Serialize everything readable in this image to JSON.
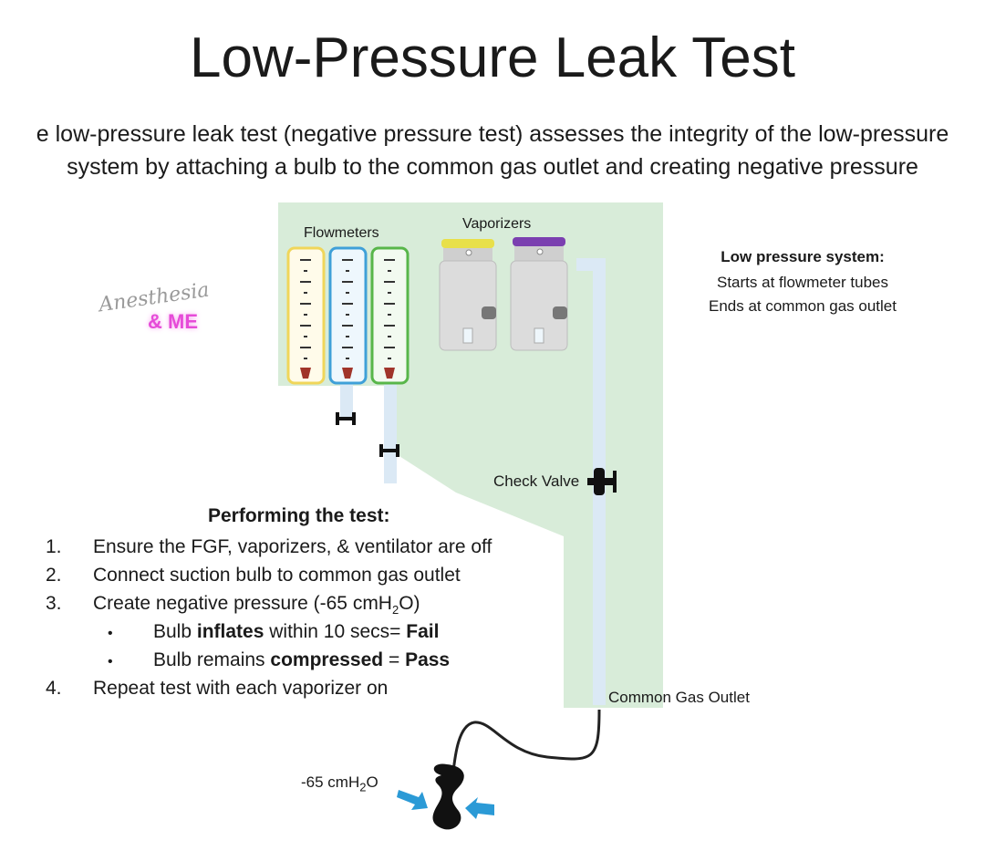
{
  "title": "Low-Pressure Leak Test",
  "subtitle_line1": "e low-pressure leak test (negative pressure test) assesses the integrity of the low-pressure",
  "subtitle_line2": "system by attaching a bulb to the common gas outlet and creating negative pressure",
  "diagram": {
    "flowmeters_label": "Flowmeters",
    "vaporizers_label": "Vaporizers",
    "check_valve_label": "Check Valve",
    "common_gas_outlet_label": "Common Gas Outlet",
    "pressure_label": "-65 cmH",
    "pressure_sub": "2",
    "pressure_tail": "O",
    "colors": {
      "region": "#d8ecd9",
      "pipe": "#dbe9f5",
      "flowmeter_1": "#f0d65a",
      "flowmeter_2": "#3fa0d8",
      "flowmeter_3": "#58b64a",
      "vaporizer_1_cap": "#e8e04a",
      "vaporizer_2_cap": "#7b3fb0",
      "arrow": "#2b9ad6"
    }
  },
  "low_pressure_system": {
    "title": "Low pressure system:",
    "start": "Starts at flowmeter tubes",
    "end": "Ends at common gas outlet"
  },
  "watermark": {
    "script": "Anesthesia",
    "me": "& ME"
  },
  "test": {
    "heading": "Performing the test:",
    "steps": [
      {
        "num": "1.",
        "text": "Ensure the FGF, vaporizers, & ventilator are off"
      },
      {
        "num": "2.",
        "text": "Connect suction bulb to common gas outlet"
      },
      {
        "num": "3.",
        "text_pre": "Create negative pressure (-65 cmH",
        "text_sub": "2",
        "text_post": "O)"
      },
      {
        "num": "4.",
        "text": "Repeat test with each vaporizer on"
      }
    ],
    "bullets": [
      {
        "pre": "Bulb ",
        "bold1": "inflates",
        "mid": " within 10 secs= ",
        "bold2": "Fail"
      },
      {
        "pre": "Bulb remains ",
        "bold1": "compressed",
        "mid": " = ",
        "bold2": "Pass"
      }
    ],
    "bullet_char": "•"
  }
}
